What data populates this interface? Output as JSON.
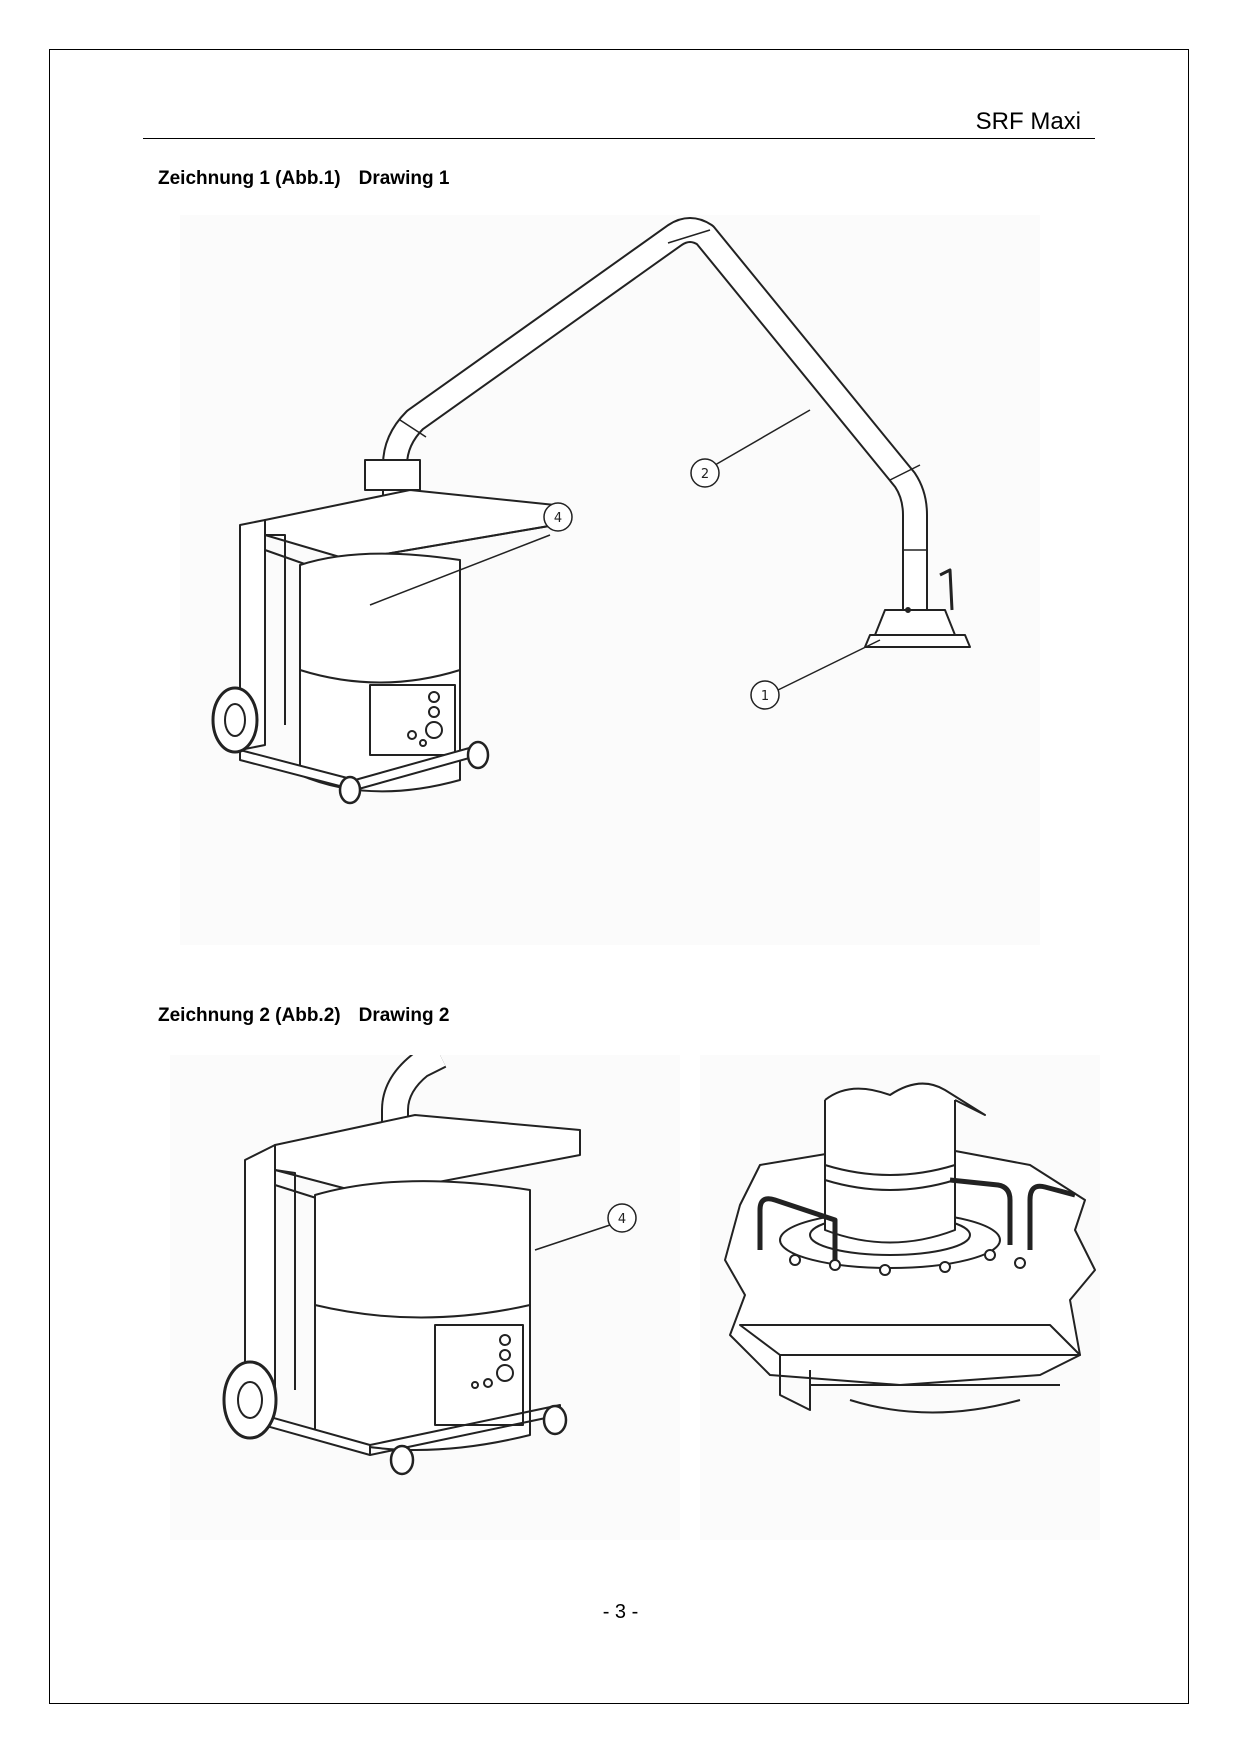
{
  "header": {
    "title": "SRF Maxi"
  },
  "figures": [
    {
      "caption_de": "Zeichnung 1 (Abb.1)",
      "caption_en": "Drawing 1",
      "callouts": [
        "4",
        "2",
        "1"
      ]
    },
    {
      "caption_de": "Zeichnung 2 (Abb.2)",
      "caption_en": "Drawing 2",
      "callouts": [
        "4"
      ]
    }
  ],
  "footer": {
    "page_number": "- 3 -"
  },
  "colors": {
    "line": "#222222",
    "paper": "#ffffff",
    "shade": "#f3f3f3"
  }
}
